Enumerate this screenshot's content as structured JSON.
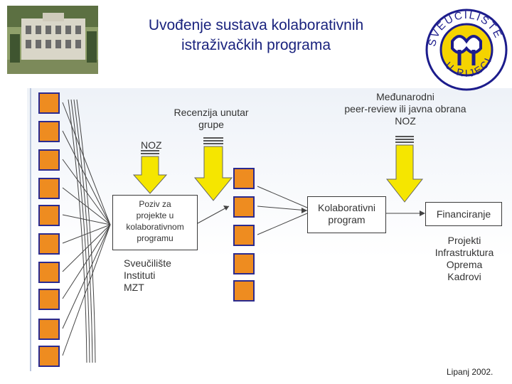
{
  "title": {
    "line1": "Uvođenje sustava kolaborativnih",
    "line2": "istraživačkih programa"
  },
  "seal": {
    "top_text": "SVEUČILIŠTE",
    "bottom_text": "U RIJECI",
    "text_color": "#1c1c8c",
    "fill_color": "#f5d300"
  },
  "labels": {
    "recenzija": [
      "Recenzija unutar",
      "grupe"
    ],
    "medjunarodni": [
      "Međunarodni",
      "peer-review ili javna obrana",
      "NOZ"
    ],
    "noz": "NOZ",
    "institutions": [
      "Sveučilište",
      "Instituti",
      "MZT"
    ],
    "resources": [
      "Projekti",
      "Infrastruktura",
      "Oprema",
      "Kadrovi"
    ]
  },
  "boxes": {
    "poziv": [
      "Poziv za",
      "projekte u",
      "kolaborativnom",
      "programu"
    ],
    "kolaborativni": [
      "Kolaborativni",
      "program"
    ],
    "financiranje": "Financiranje"
  },
  "date": "Lipanj 2002.",
  "colors": {
    "square_fill": "#ee8c20",
    "square_border": "#2b2b8f",
    "arrow_yellow": "#f5e600",
    "title": "#1a237e"
  }
}
